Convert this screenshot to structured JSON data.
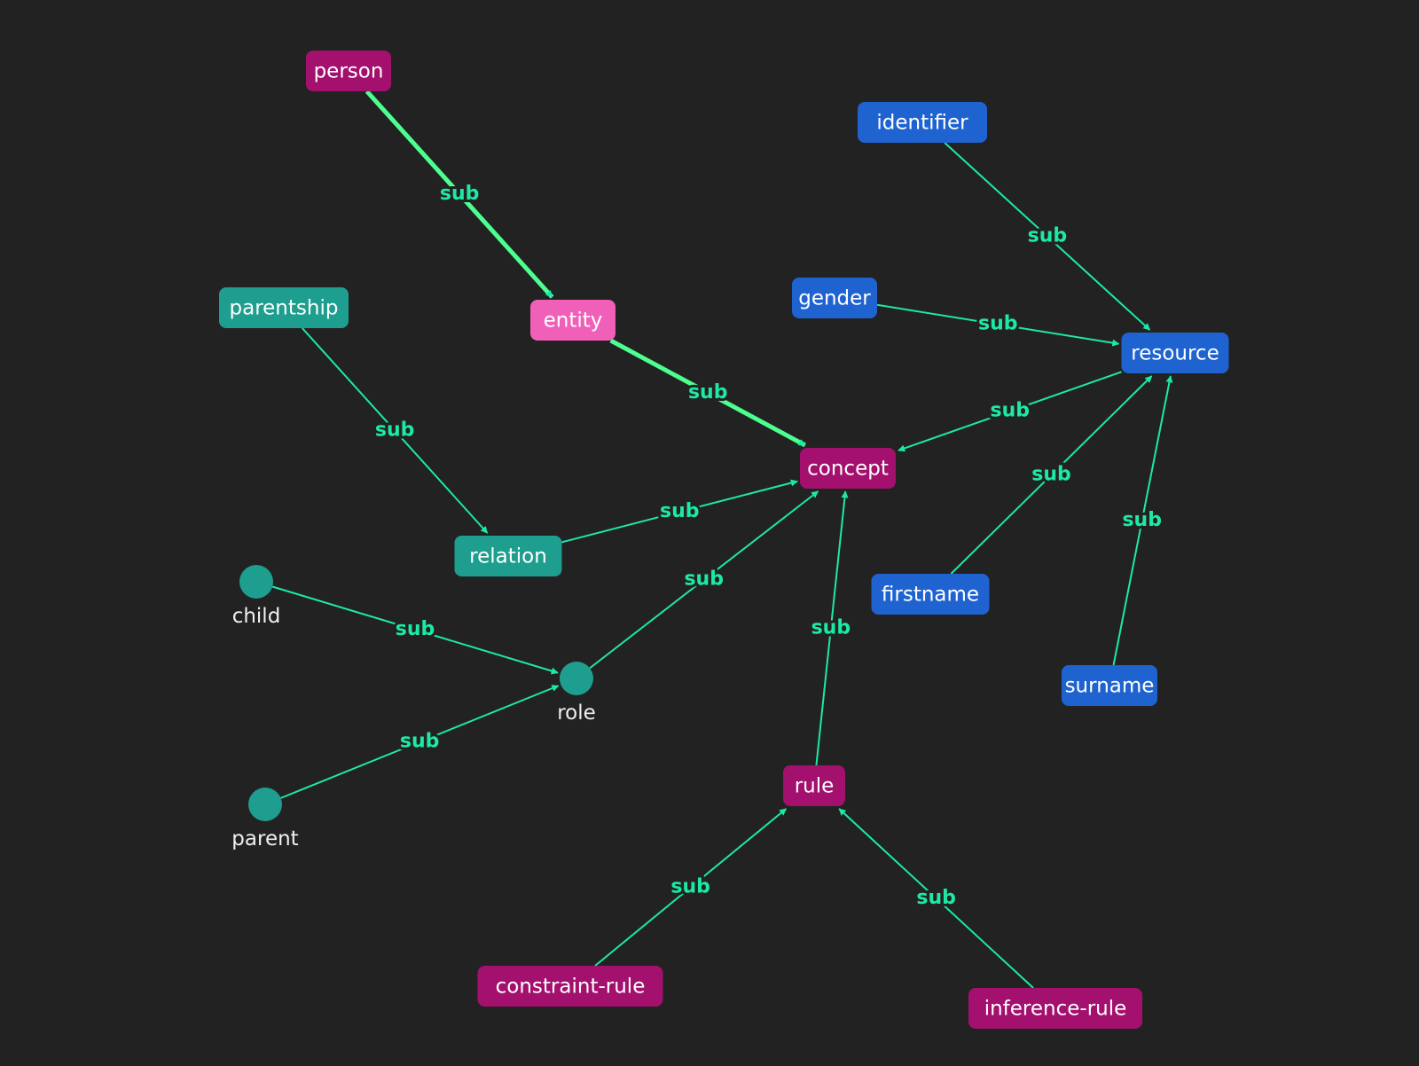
{
  "colors": {
    "background": "#222222",
    "edge": "#1de9a6",
    "edge_highlight": "#4dff8f",
    "edge_label": "#1de9a6",
    "node_text": "#ffffff",
    "role_label": "#f0f0f0"
  },
  "nodes": [
    {
      "id": "person",
      "label": "person",
      "kind": "box",
      "color": "#a3106e"
    },
    {
      "id": "entity",
      "label": "entity",
      "kind": "box",
      "color": "#f060b8"
    },
    {
      "id": "parentship",
      "label": "parentship",
      "kind": "box",
      "color": "#1d9e8e"
    },
    {
      "id": "relation",
      "label": "relation",
      "kind": "box",
      "color": "#1d9e8e"
    },
    {
      "id": "concept",
      "label": "concept",
      "kind": "box",
      "color": "#a3106e"
    },
    {
      "id": "identifier",
      "label": "identifier",
      "kind": "box",
      "color": "#1f63d1"
    },
    {
      "id": "gender",
      "label": "gender",
      "kind": "box",
      "color": "#1f63d1"
    },
    {
      "id": "resource",
      "label": "resource",
      "kind": "box",
      "color": "#1f63d1"
    },
    {
      "id": "firstname",
      "label": "firstname",
      "kind": "box",
      "color": "#1f63d1"
    },
    {
      "id": "surname",
      "label": "surname",
      "kind": "box",
      "color": "#1f63d1"
    },
    {
      "id": "rule",
      "label": "rule",
      "kind": "box",
      "color": "#a3106e"
    },
    {
      "id": "constraint-rule",
      "label": "constraint-rule",
      "kind": "box",
      "color": "#a3106e"
    },
    {
      "id": "inference-rule",
      "label": "inference-rule",
      "kind": "box",
      "color": "#a3106e"
    },
    {
      "id": "child",
      "label": "child",
      "kind": "dot",
      "color": "#1d9e8e"
    },
    {
      "id": "role",
      "label": "role",
      "kind": "dot",
      "color": "#1d9e8e"
    },
    {
      "id": "parent",
      "label": "parent",
      "kind": "dot",
      "color": "#1d9e8e"
    }
  ],
  "edges": [
    {
      "from": "person",
      "to": "entity",
      "label": "sub",
      "highlight": true
    },
    {
      "from": "entity",
      "to": "concept",
      "label": "sub",
      "highlight": true
    },
    {
      "from": "parentship",
      "to": "relation",
      "label": "sub",
      "highlight": false
    },
    {
      "from": "relation",
      "to": "concept",
      "label": "sub",
      "highlight": false
    },
    {
      "from": "role",
      "to": "concept",
      "label": "sub",
      "highlight": false
    },
    {
      "from": "child",
      "to": "role",
      "label": "sub",
      "highlight": false
    },
    {
      "from": "parent",
      "to": "role",
      "label": "sub",
      "highlight": false
    },
    {
      "from": "rule",
      "to": "concept",
      "label": "sub",
      "highlight": false
    },
    {
      "from": "constraint-rule",
      "to": "rule",
      "label": "sub",
      "highlight": false
    },
    {
      "from": "inference-rule",
      "to": "rule",
      "label": "sub",
      "highlight": false
    },
    {
      "from": "identifier",
      "to": "resource",
      "label": "sub",
      "highlight": false
    },
    {
      "from": "gender",
      "to": "resource",
      "label": "sub",
      "highlight": false
    },
    {
      "from": "resource",
      "to": "concept",
      "label": "sub",
      "highlight": false
    },
    {
      "from": "firstname",
      "to": "resource",
      "label": "sub",
      "highlight": false
    },
    {
      "from": "surname",
      "to": "resource",
      "label": "sub",
      "highlight": false
    }
  ]
}
